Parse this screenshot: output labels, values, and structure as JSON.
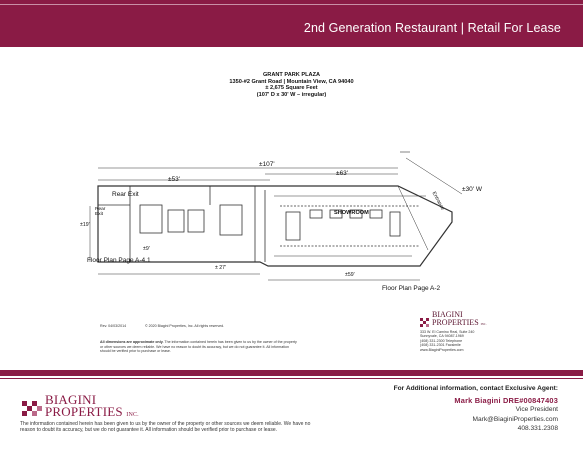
{
  "header": {
    "title": "2nd Generation Restaurant | Retail For Lease"
  },
  "sheet": {
    "plaza": "GRANT PARK PLAZA",
    "address": "1350-#2 Grant Road | Mountain View, CA 94040",
    "sqft": "± 2,675 Square Feet",
    "dims": "(107' D x 30' W – irregular)"
  },
  "plan": {
    "dim_overall": "±107'",
    "dim_63": "±63'",
    "dim_53": "±53'",
    "dim_30w": "±30' W",
    "dim_19": "±19'",
    "dim_27": "± 27'",
    "dim_9": "±9'",
    "dim_59": "±59'",
    "rear_exit_1": "Rear Exit",
    "rear_exit_2": "Rear\nExit",
    "showroom": "SHOWROOM",
    "entrance": "Entrance",
    "page_a41": "Floor Plan Page A-4.1",
    "page_a2": "Floor Plan Page A-2"
  },
  "sheet_footer": {
    "rev": "Rev. 04/03/2014",
    "copyright": "© 2020 Biagini Properties, Inc.  All rights reserved.",
    "note_bold": "All dimensions are approximate only.",
    "note_rest": "The information contained herein has been given to us by the owner of the property or other sources we deem reliable. We have no reason to doubt its accuracy, but we do not guarantee it. All information should be verified prior to purchase or lease."
  },
  "sheet_logo": {
    "brand_1": "BIAGINI",
    "brand_2": "PROPERTIES",
    "inc": "INC.",
    "addr_1": "333 W. El Camino Real, Suite 240",
    "addr_2": "Sunnyvale, CA 94087-1969",
    "phone": "(408) 331-2300 Telephone",
    "fax": "(408) 331-2301 Facsimile",
    "web": "www.BiaginiProperties.com"
  },
  "footer": {
    "brand_1": "BIAGINI",
    "brand_2": "PROPERTIES",
    "inc": "INC.",
    "disclaimer": "The information contained herein has been given to us by the owner of the property or other sources we deem reliable. We have no reason to doubt its accuracy, but we do not guarantee it. All information should be verified prior to purchase or lease.",
    "contact_intro": "For Additional information, contact Exclusive Agent:",
    "agent": "Mark Biagini DRE#00847403",
    "role": "Vice President",
    "email": "Mark@BiaginiProperties.com",
    "phone": "408.331.2308"
  },
  "colors": {
    "brand": "#8a1b45"
  }
}
